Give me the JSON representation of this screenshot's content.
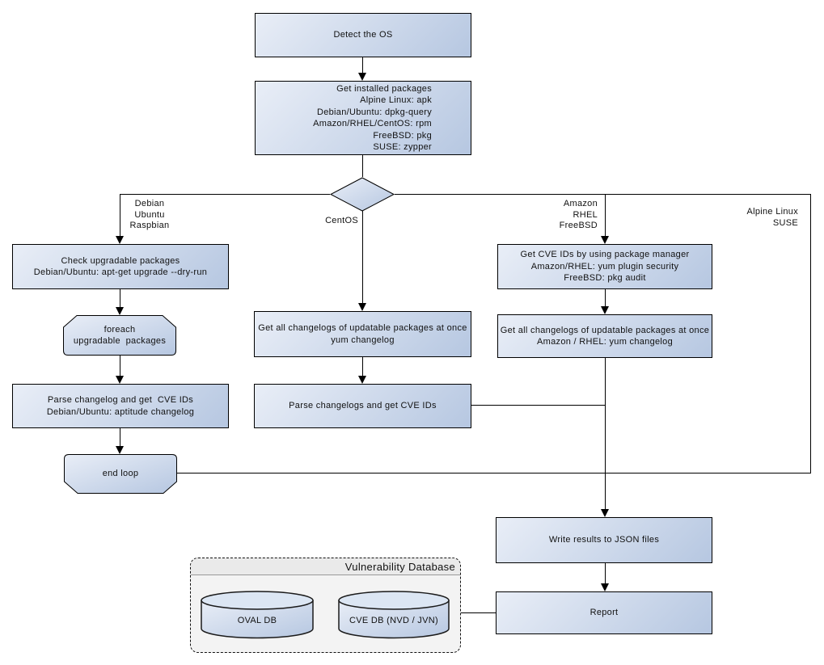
{
  "nodes": {
    "detect_os": "Detect the OS",
    "get_installed_packages": "Get installed packages\nAlpine Linux: apk\nDebian/Ubuntu: dpkg-query\nAmazon/RHEL/CentOS: rpm\nFreeBSD: pkg\nSUSE: zypper",
    "check_upgradable": "Check upgradable packages\nDebian/Ubuntu: apt-get upgrade --dry-run",
    "foreach_loop": "foreach\nupgradable  packages",
    "parse_changelog_deb": "Parse changelog and get  CVE IDs\nDebian/Ubuntu: aptitude changelog",
    "end_loop": "end loop",
    "get_changelogs_centos": "Get all changelogs of updatable packages at once\nyum changelog",
    "parse_changelogs_centos": "Parse changelogs and get CVE IDs",
    "get_cve_ids_pkgmgr": "Get CVE IDs by using package manager\nAmazon/RHEL: yum plugin security\nFreeBSD: pkg audit",
    "get_changelogs_amazon": "Get all changelogs of updatable packages at once\nAmazon / RHEL: yum changelog",
    "write_json": "Write results to JSON files",
    "report": "Report"
  },
  "branch_labels": {
    "debian": "Debian\nUbuntu\nRaspbian",
    "centos": "CentOS",
    "amazon": "Amazon\nRHEL\nFreeBSD",
    "alpine": "Alpine Linux\nSUSE"
  },
  "vulnerability_db": {
    "title": "Vulnerability Database",
    "oval_db": "OVAL DB",
    "cve_db": "CVE DB (NVD / JVN)"
  },
  "colors": {
    "node_gradient_start": "#e9eef7",
    "node_gradient_end": "#b6c7e1",
    "node_border": "#000000",
    "connector": "#000000",
    "cylinder_top": "#dce6f3",
    "group_fill": "#f3f3f3",
    "group_header": "#eaeaea",
    "text": "#111111"
  }
}
